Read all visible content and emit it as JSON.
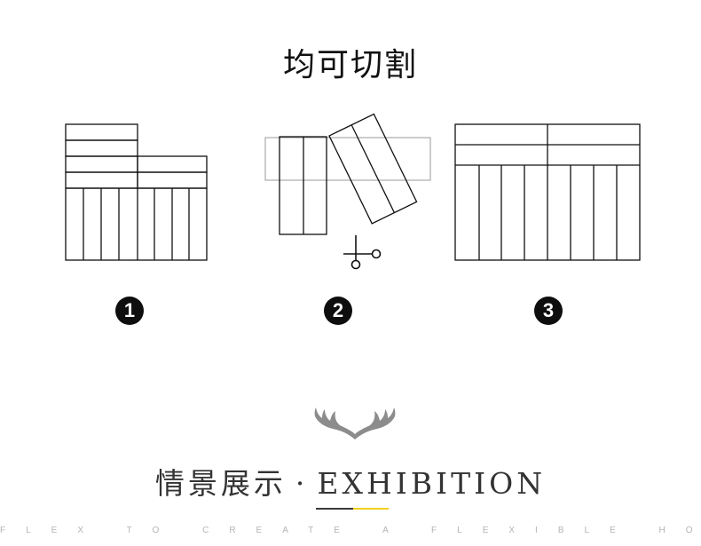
{
  "header": {
    "title": "均可切割"
  },
  "steps": [
    {
      "number": "1"
    },
    {
      "number": "2"
    },
    {
      "number": "3"
    }
  ],
  "icons": {
    "scissors": "scissors-icon",
    "antler": "antler-icon"
  },
  "exhibition": {
    "chinese": "情景展示",
    "separator": "·",
    "english": "EXHIBITION"
  },
  "tagline": "FLEX TO CREATE A FLEXIBLE HOM",
  "colors": {
    "accent": "#f2d01a",
    "dark": "#111111",
    "antler": "#8c8c8c"
  }
}
